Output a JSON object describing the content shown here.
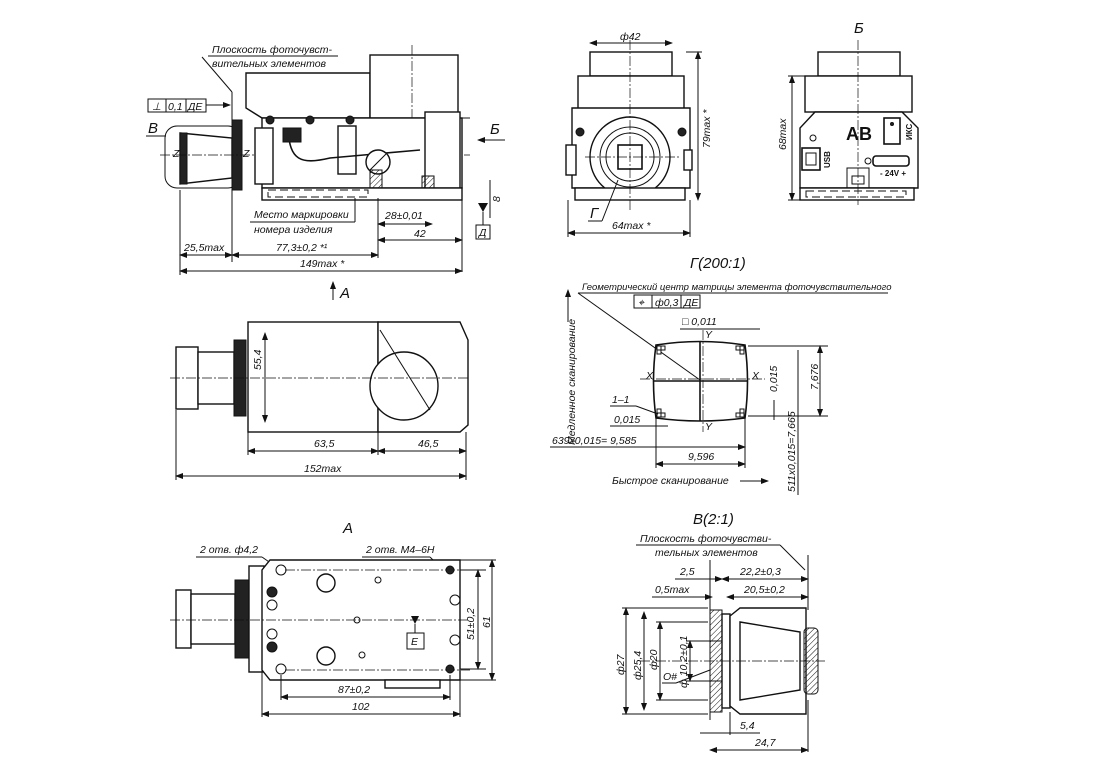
{
  "side_view": {
    "photo_plane_line1": "Плоскость фоточувст-",
    "photo_plane_line2": "вительных элементов",
    "tolerance": {
      "symbol": "⊥",
      "value": "0,1",
      "datum": "ДЕ"
    },
    "callout_v": "В",
    "view_arrow_b": "Б",
    "axis_z_left": "Z",
    "axis_z_right": "Z",
    "marking_line1": "Место маркировки",
    "marking_line2": "номера изделия",
    "dim_28": "28±0,01",
    "dim_42": "42",
    "dim_8": "8",
    "datum_d": "Д",
    "dim_25_5": "25,5max",
    "dim_77_3": "77,3±0,2 *¹",
    "dim_149": "149max *",
    "view_arrow_a": "А"
  },
  "front_view": {
    "dim_phi42": "ф42",
    "dim_79": "79max *",
    "dim_64": "64max *",
    "callout_g": "Г"
  },
  "rear_view": {
    "title": "Б",
    "dim_68": "68max",
    "logo": "АВ",
    "usb_label": "USB",
    "power_label": "- 24V +",
    "switch_label": "ИКС"
  },
  "top_view": {
    "dim_55_4": "55,4",
    "dim_63_5": "63,5",
    "dim_46_5": "46,5",
    "dim_152": "152max"
  },
  "detail_g": {
    "title": "Г(200:1)",
    "center_note": "Геометрический центр матрицы элемента фоточувствительного",
    "tolerance": {
      "symbol": "⌖",
      "value": "ф0,3",
      "datum": "ДЕ"
    },
    "square_tol": "□ 0,011",
    "axis_x_left": "X",
    "axis_x_right": "X",
    "axis_y_top": "Y",
    "axis_y_bottom": "Y",
    "section": "1–1",
    "pixel_pitch_h": "0,015",
    "pixel_pitch_v": "0,015",
    "dim_row": "639х0,015= 9,585",
    "dim_9_596": "9,596",
    "dim_7_676": "7,676",
    "dim_col": "511х0,015=7,665",
    "fast_scan": "Быстрое сканирование",
    "slow_scan": "Медленное сканирование"
  },
  "view_a": {
    "title": "А",
    "holes_left": "2 отв. ф4,2",
    "holes_right": "2 отв. М4–6Н",
    "dim_51": "51±0,2",
    "dim_61": "61",
    "dim_87": "87±0,2",
    "dim_102": "102",
    "datum_e": "Е"
  },
  "detail_v": {
    "title": "В(2:1)",
    "photo_plane_line1": "Плоскость фоточувстви-",
    "photo_plane_line2": "тельных элементов",
    "dim_2_5": "2,5",
    "dim_22_2": "22,2±0,3",
    "dim_0_5": "0,5max",
    "dim_20_5": "20,5±0,2",
    "dim_phi27": "ф27",
    "dim_phi25_4": "ф25,4",
    "dim_phi20": "ф20",
    "dim_phi10_2": "ф 10,2±0,1",
    "label_o": "О#",
    "dim_5_4": "5,4",
    "dim_24_7": "24,7"
  }
}
